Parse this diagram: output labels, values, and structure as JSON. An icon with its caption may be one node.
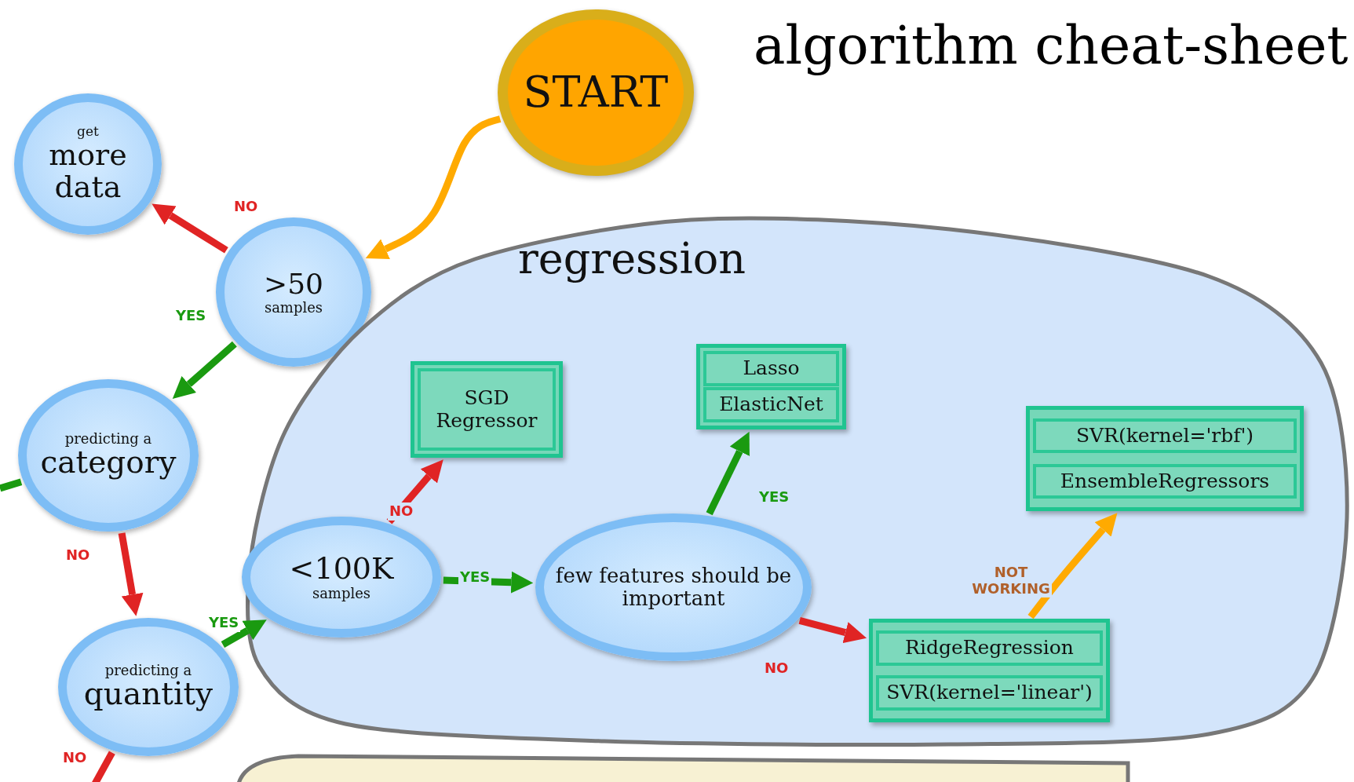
{
  "diagram": {
    "title": "algorithm cheat-sheet",
    "nodes": [
      {
        "text": [
          "START"
        ]
      },
      {
        "text": [
          "get",
          "more data"
        ]
      },
      {
        "text": [
          ">50",
          "samples"
        ]
      },
      {
        "text": [
          "predicting a",
          "category"
        ]
      },
      {
        "text": [
          "predicting a",
          "quantity"
        ]
      },
      {
        "text": [
          "regression"
        ]
      },
      {
        "text": [
          "<100K",
          "samples"
        ],
        "in": 5
      },
      {
        "text": [
          "SGD Regressor"
        ],
        "in": 5
      },
      {
        "text": [
          "few features should be important"
        ],
        "in": 5
      },
      {
        "text": [
          "Lasso",
          "ElasticNet"
        ],
        "in": 5
      },
      {
        "text": [
          "SVR(kernel='rbf')",
          "EnsembleRegressors"
        ],
        "in": 5
      },
      {
        "text": [
          "RidgeRegression",
          "SVR(kernel='linear')"
        ],
        "in": 5
      },
      {
        "text": [],
        "shape": "cloud"
      }
    ],
    "edges": [
      {
        "from": 0,
        "to": 2,
        "arrow": "to",
        "color": "#ffaa00"
      },
      {
        "from": 2,
        "to": 1,
        "arrow": "to",
        "label": "NO"
      },
      {
        "from": 2,
        "to": 3,
        "arrow": "to",
        "label": "YES",
        "color": "#1a9a10"
      },
      {
        "from": 3,
        "to": 4,
        "arrow": "to",
        "label": "NO"
      },
      {
        "from": 4,
        "to": 6,
        "arrow": "to",
        "label": "YES",
        "color": "#1a9a10"
      },
      {
        "from": 4,
        "to": null,
        "arrow": "none",
        "label": "NO"
      },
      {
        "from": null,
        "to": 3,
        "arrow": "none",
        "color": "#1a9a10"
      },
      {
        "from": 6,
        "to": 7,
        "arrow": "to",
        "label": "NO"
      },
      {
        "from": 6,
        "to": 8,
        "arrow": "to",
        "label": "YES",
        "color": "#1a9a10"
      },
      {
        "from": 8,
        "to": 9,
        "arrow": "to",
        "label": "YES",
        "color": "#1a9a10"
      },
      {
        "from": 8,
        "to": 11,
        "arrow": "to",
        "label": "NO"
      },
      {
        "from": 11,
        "to": 10,
        "arrow": "to",
        "label": "NOT WORKING",
        "color": "#ffaa00"
      }
    ]
  }
}
